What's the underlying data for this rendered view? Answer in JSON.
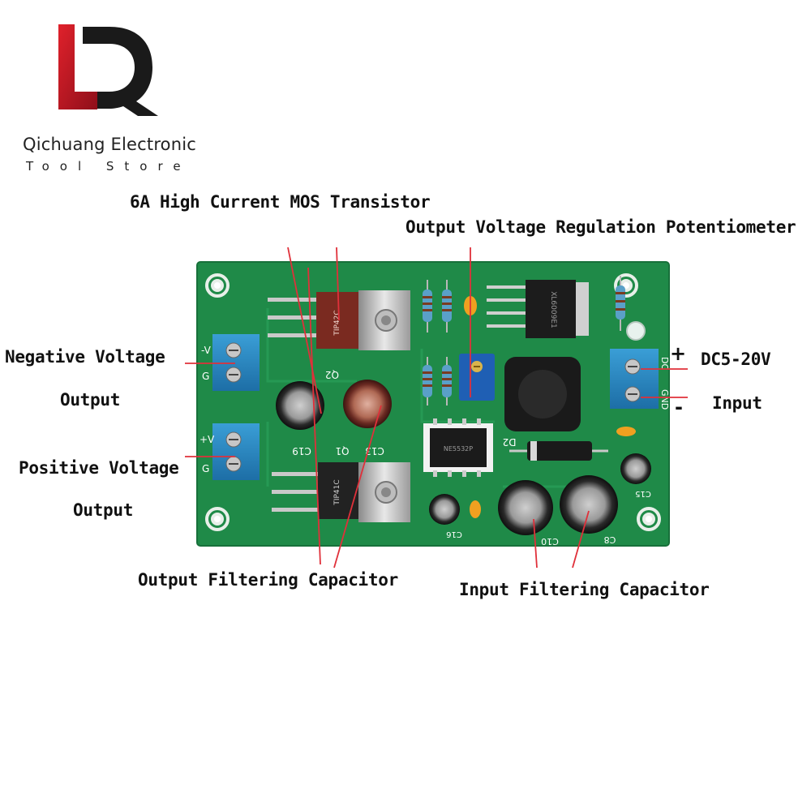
{
  "brand": {
    "logo_text": "Q",
    "name": "Qichuang Electronic",
    "subtitle": "Tool Store"
  },
  "callouts": {
    "mos": "6A High Current MOS Transistor",
    "pot": "Output Voltage Regulation Potentiometer",
    "neg_line1": "Negative Voltage",
    "neg_line2": "Output",
    "pos_line1": "Positive Voltage",
    "pos_line2": "Output",
    "dc_range": "DC5-20V",
    "input": "Input",
    "plus": "+",
    "minus": "-",
    "out_cap": "Output Filtering Capacitor",
    "in_cap": "Input Filtering Capacitor"
  },
  "board": {
    "color": "#1f8a48",
    "silk": {
      "q2": "Q2",
      "q1": "Q1",
      "c13": "C13",
      "c19": "C19",
      "c15": "C15",
      "c16": "C16",
      "c10": "C10",
      "c8": "C8",
      "d2": "D2",
      "neg_v": "-V",
      "pos_v": "+V",
      "g": "G",
      "dc": "DC",
      "gnd": "GND"
    },
    "parts": {
      "q2_marking": "TIP42C",
      "q1_marking": "TIP41C",
      "reg_marking": "XL6009E1",
      "opamp_marking": "NE5532P"
    }
  }
}
